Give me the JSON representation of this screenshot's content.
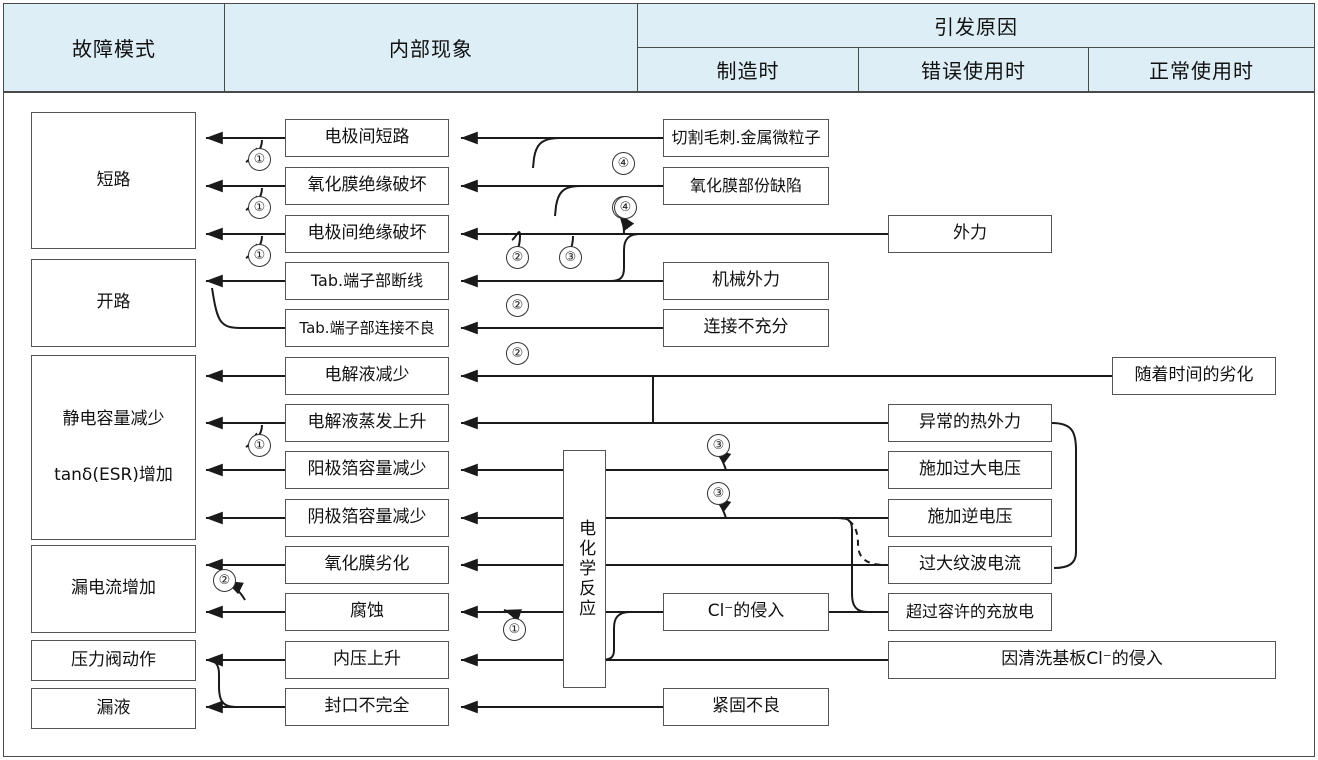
{
  "header": {
    "col_failure_mode": "故障模式",
    "col_internal_phenomenon": "内部现象",
    "col_cause_group": "引发原因",
    "col_manufacturing": "制造时",
    "col_misuse": "错误使用时",
    "col_normal_use": "正常使用时"
  },
  "failure_modes": [
    {
      "label": "短路"
    },
    {
      "label": "开路"
    },
    {
      "label_line1": "静电容量减少",
      "label_line2": "tanδ(ESR)增加"
    },
    {
      "label": "漏电流增加"
    },
    {
      "label": "压力阀动作"
    },
    {
      "label": "漏液"
    }
  ],
  "internal_phenomena": [
    {
      "label": "电极间短路"
    },
    {
      "label": "氧化膜绝缘破坏"
    },
    {
      "label": "电极间绝缘破坏"
    },
    {
      "label": "Tab.端子部断线"
    },
    {
      "label": "Tab.端子部连接不良"
    },
    {
      "label": "电解液减少"
    },
    {
      "label": "电解液蒸发上升"
    },
    {
      "label": "阳极箔容量减少"
    },
    {
      "label": "阴极箔容量减少"
    },
    {
      "label": "氧化膜劣化"
    },
    {
      "label": "腐蚀"
    },
    {
      "label": "内压上升"
    },
    {
      "label": "封口不完全"
    }
  ],
  "reaction_node": {
    "label": "电化学反应"
  },
  "causes_manufacturing": [
    {
      "label": "切割毛刺.金属微粒子"
    },
    {
      "label": "氧化膜部份缺陷"
    },
    {
      "label": "机械外力"
    },
    {
      "label": "连接不充分"
    },
    {
      "label": "Cl⁻的侵入"
    }
  ],
  "causes_misuse": [
    {
      "label": "外力"
    },
    {
      "label": "异常的热外力"
    },
    {
      "label": "施加过大电压"
    },
    {
      "label": "施加逆电压"
    },
    {
      "label": "过大纹波电流"
    },
    {
      "label": "超过容许的充放电"
    },
    {
      "label": "因清洗基板Cl⁻的侵入"
    },
    {
      "label": "紧固不良"
    }
  ],
  "causes_normal_use": [
    {
      "label": "随着时间的劣化"
    }
  ],
  "markers": [
    {
      "id": "m1",
      "label": "①"
    },
    {
      "id": "m2",
      "label": "①"
    },
    {
      "id": "m3",
      "label": "①"
    },
    {
      "id": "m4",
      "label": "②"
    },
    {
      "id": "m5",
      "label": "②"
    },
    {
      "id": "m6",
      "label": "②"
    },
    {
      "id": "m7",
      "label": "③"
    },
    {
      "id": "m8",
      "label": "③"
    },
    {
      "id": "m9",
      "label": "④"
    },
    {
      "id": "m10",
      "label": "④"
    },
    {
      "id": "m11",
      "label": "①"
    },
    {
      "id": "m12",
      "label": "②"
    },
    {
      "id": "m13",
      "label": "③"
    },
    {
      "id": "m14",
      "label": "③"
    },
    {
      "id": "m15",
      "label": "①"
    }
  ],
  "colors": {
    "header_bg": "#ddeef6",
    "border": "#4a4a4a",
    "box_border": "#555555",
    "line": "#1a1a1a"
  }
}
